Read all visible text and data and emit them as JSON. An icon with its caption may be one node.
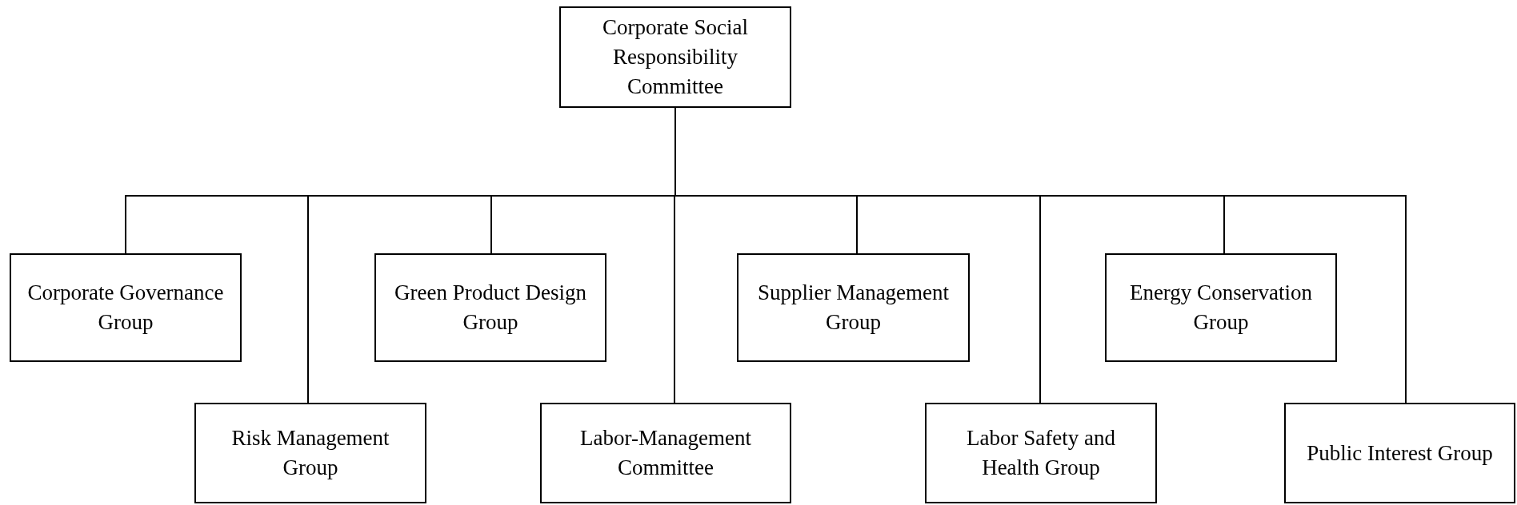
{
  "diagram": {
    "nodes": [
      {
        "text": [
          "Corporate Social Responsibility Committee"
        ]
      },
      {
        "text": [
          "Corporate Governance Group"
        ]
      },
      {
        "text": [
          "Risk Management Group"
        ]
      },
      {
        "text": [
          "Green Product Design Group"
        ]
      },
      {
        "text": [
          "Labor-Management Committee"
        ]
      },
      {
        "text": [
          "Supplier Management Group"
        ]
      },
      {
        "text": [
          "Labor Safety and Health Group"
        ]
      },
      {
        "text": [
          "Energy Conservation Group"
        ]
      },
      {
        "text": [
          "Public Interest Group"
        ]
      }
    ],
    "edges": [
      {
        "from": 0,
        "to": 1,
        "arrow": "none"
      },
      {
        "from": 0,
        "to": 2,
        "arrow": "none"
      },
      {
        "from": 0,
        "to": 3,
        "arrow": "none"
      },
      {
        "from": 0,
        "to": 4,
        "arrow": "none"
      },
      {
        "from": 0,
        "to": 5,
        "arrow": "none"
      },
      {
        "from": 0,
        "to": 6,
        "arrow": "none"
      },
      {
        "from": 0,
        "to": 7,
        "arrow": "none"
      },
      {
        "from": 0,
        "to": 8,
        "arrow": "none"
      }
    ]
  }
}
